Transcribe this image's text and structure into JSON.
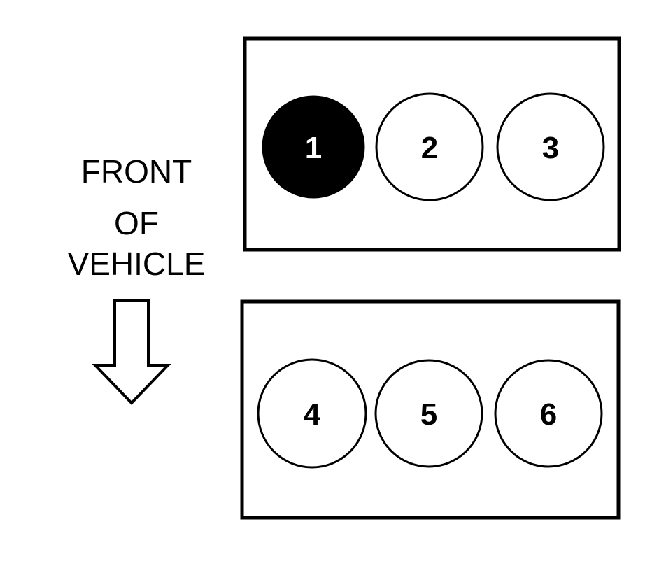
{
  "front_label": {
    "line1": "FRONT",
    "line2": "OF",
    "line3": "VEHICLE"
  },
  "cylinder_banks": [
    {
      "cylinders": [
        {
          "number": "1",
          "highlighted": true
        },
        {
          "number": "2",
          "highlighted": false
        },
        {
          "number": "3",
          "highlighted": false
        }
      ]
    },
    {
      "cylinders": [
        {
          "number": "4",
          "highlighted": false
        },
        {
          "number": "5",
          "highlighted": false
        },
        {
          "number": "6",
          "highlighted": false
        }
      ]
    }
  ],
  "colors": {
    "ink": "#000000",
    "paper": "#ffffff"
  },
  "icons": {
    "direction": "arrow-down-outline-icon"
  }
}
